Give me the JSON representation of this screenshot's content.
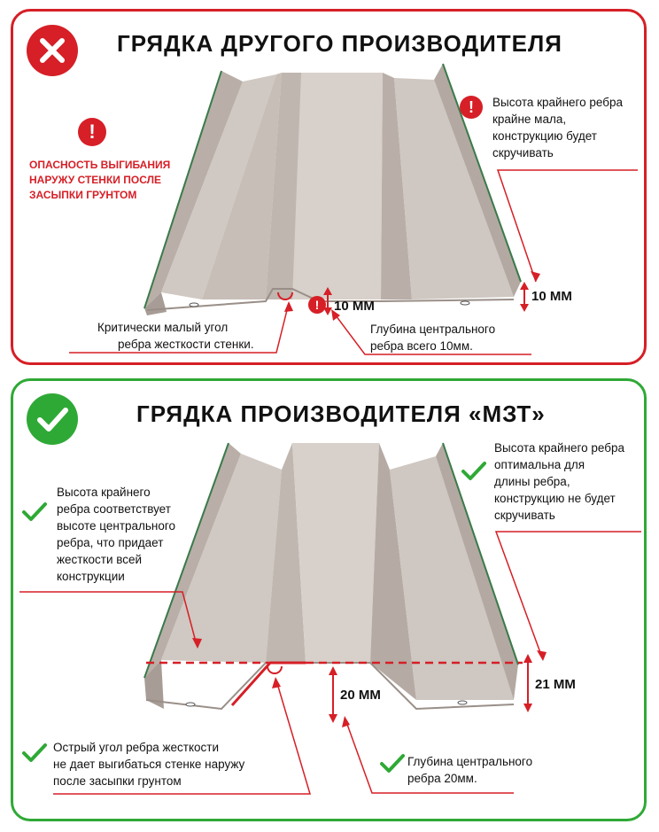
{
  "colors": {
    "bad": "#d61f26",
    "good": "#2fa936",
    "metal": "#c9c0b9",
    "underline": "#d61f26"
  },
  "bad_panel": {
    "title": "ГРЯДКА ДРУГОГО ПРОИЗВОДИТЕЛЯ",
    "status_icon": "x-mark-icon",
    "warning": [
      "ОПАСНОСТЬ ВЫГИБАНИЯ",
      "НАРУЖУ СТЕНКИ ПОСЛЕ",
      "ЗАСЫПКИ ГРУНТОМ"
    ],
    "right_note": [
      "Высота крайнего ребра",
      "крайне мала,",
      "конструкцию будет",
      "скручивать"
    ],
    "left_note": [
      "Критически малый угол",
      "ребра жесткости стенки."
    ],
    "center_note": [
      "Глубина центрального",
      "ребра всего 10мм."
    ],
    "dim_center": "10 ММ",
    "dim_edge": "10 ММ"
  },
  "good_panel": {
    "title": "ГРЯДКА ПРОИЗВОДИТЕЛЯ «МЗТ»",
    "status_icon": "check-mark-icon",
    "left_note": [
      "Высота крайнего",
      "ребра соответствует",
      "высоте центрального",
      "ребра, что придает",
      "жесткости всей",
      "конструкции"
    ],
    "right_note": [
      "Высота крайнего ребра",
      "оптимальна для",
      "длины ребра,",
      "конструкцию не будет",
      "скручивать"
    ],
    "bottom_left_note": [
      "Острый угол ребра жесткости",
      "не дает выгибаться стенке наружу",
      "после засыпки грунтом"
    ],
    "center_note": [
      "Глубина центрального",
      "ребра 20мм."
    ],
    "dim_center": "20 ММ",
    "dim_edge": "21 ММ"
  }
}
